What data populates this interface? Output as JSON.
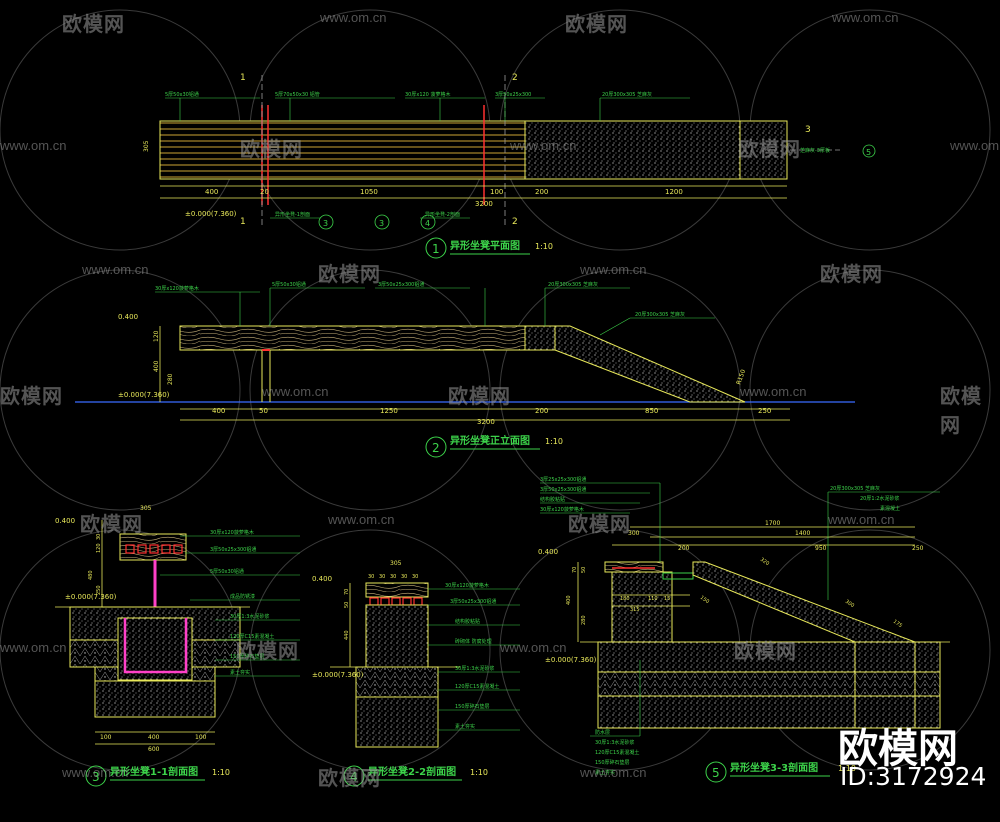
{
  "watermarks": {
    "url": "www.om.cn",
    "logo": "欧模网",
    "id_text": "ID:3172924"
  },
  "drawings": {
    "plan": {
      "number": "1",
      "title": "异形坐凳平面图",
      "scale": "1:10",
      "section_mark_1": "1",
      "section_mark_2": "2",
      "section_mark_3": "3",
      "dims": [
        "400",
        "20",
        "1050",
        "100",
        "200",
        "1200"
      ],
      "total": "3200",
      "side_dim": "305",
      "level": "±0.000(7.360)",
      "callout_3": "3",
      "callout_4": "4",
      "callout_5": "5"
    },
    "elevation": {
      "number": "2",
      "title": "异形坐凳正立面图",
      "scale": "1:10",
      "top_level": "0.400",
      "base_level": "±0.000(7.360)",
      "vdims": [
        "120",
        "400",
        "280"
      ],
      "dims": [
        "400",
        "50",
        "1250",
        "200",
        "850",
        "250"
      ],
      "total": "3200",
      "slope": "R150"
    },
    "section_1": {
      "number": "3",
      "title": "异形坐凳1-1剖面图",
      "scale": "1:10",
      "top_dim": "305",
      "top_level": "0.400",
      "base_level": "±0.000(7.360)",
      "vdims": [
        "30",
        "120",
        "480",
        "250"
      ],
      "bottom_dims": [
        "100",
        "400",
        "100"
      ],
      "bottom_total": "600"
    },
    "section_2": {
      "number": "4",
      "title": "异形坐凳2-2剖面图",
      "scale": "1:10",
      "top_dim": "305",
      "top_level": "0.400",
      "base_level": "±0.000(7.360)",
      "vdims": [
        "70",
        "50",
        "440"
      ],
      "bay_dims": [
        "30",
        "30",
        "30",
        "30",
        "30"
      ]
    },
    "section_3": {
      "number": "5",
      "title": "异形坐凳3-3剖面图",
      "scale": "1:10",
      "top_level": "0.400",
      "base_level": "±0.000(7.360)",
      "vdims": [
        "70",
        "50",
        "400",
        "280"
      ],
      "dims_top": [
        "1700",
        "1400",
        "300",
        "200",
        "950",
        "250"
      ],
      "dims_small": [
        "180",
        "110",
        "15",
        "315"
      ],
      "slope_dims": [
        "150",
        "320",
        "300",
        "175"
      ]
    }
  },
  "colors": {
    "background": "#000000",
    "dimension": "#e8e85a",
    "annotation": "#3cd24a",
    "title": "#3cd24a",
    "section": "#ff3030",
    "hatch": "#cfcfcf",
    "pink": "#ff40c8",
    "ground": "#3a6bff"
  }
}
